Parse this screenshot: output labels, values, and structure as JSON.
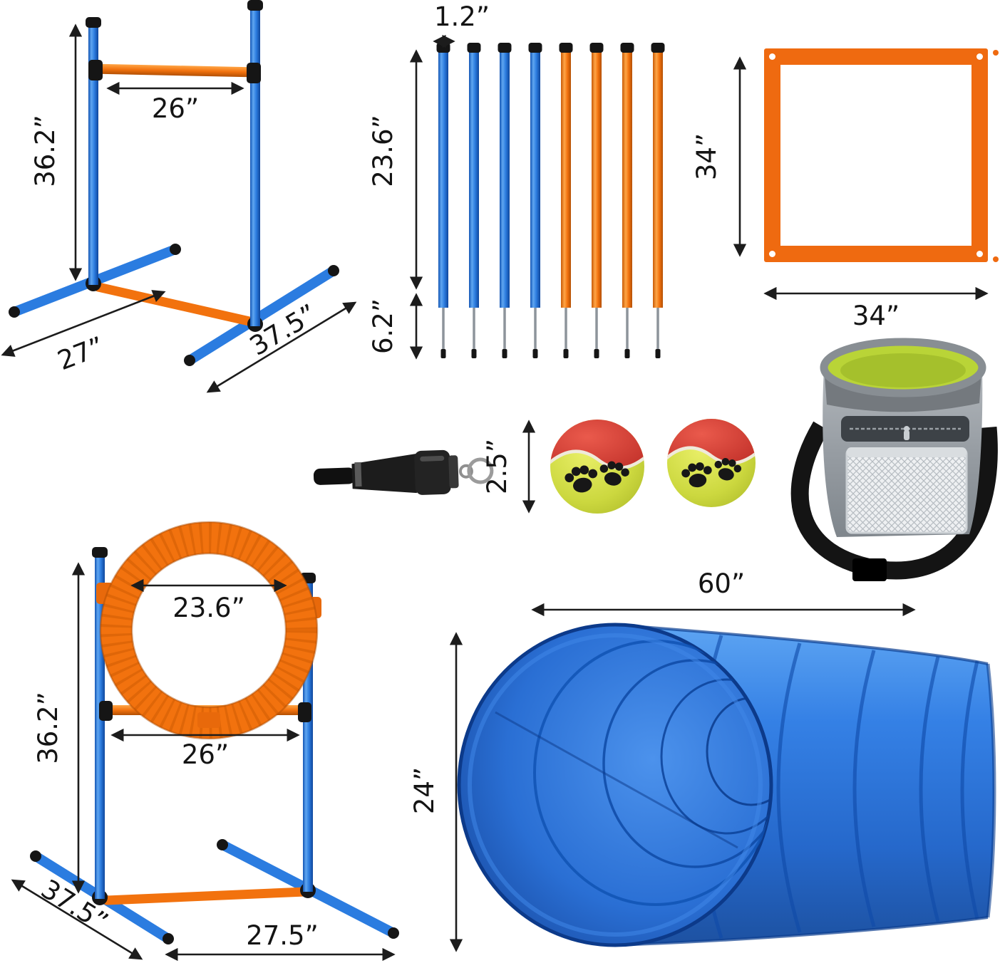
{
  "figures": {
    "hurdle": {
      "height_label": "36.2”",
      "bar_label": "26”",
      "depth_label": "27”",
      "width_label": "37.5”"
    },
    "weave": {
      "diameter_label": "1.2”",
      "length_label": "23.6”",
      "spike_label": "6.2”"
    },
    "square": {
      "height_label": "34”",
      "width_label": "34”"
    },
    "balls": {
      "diameter_label": "2.5”"
    },
    "ring": {
      "diameter_label": "23.6”",
      "height_label": "36.2”",
      "bar_label": "26”",
      "depth_label": "37.5”",
      "width_label": "27.5”"
    },
    "tunnel": {
      "length_label": "60”",
      "diameter_label": "24”"
    }
  },
  "colors": {
    "pole_blue": "#2b7ce0",
    "accent_orange": "#f2720e",
    "tunnel_blue": "#2a7ae4",
    "ball_yellow": "#ccd83f",
    "ball_red": "#c62f28",
    "bag_green": "#b9d437",
    "dimension_black": "#1c1c1c"
  }
}
